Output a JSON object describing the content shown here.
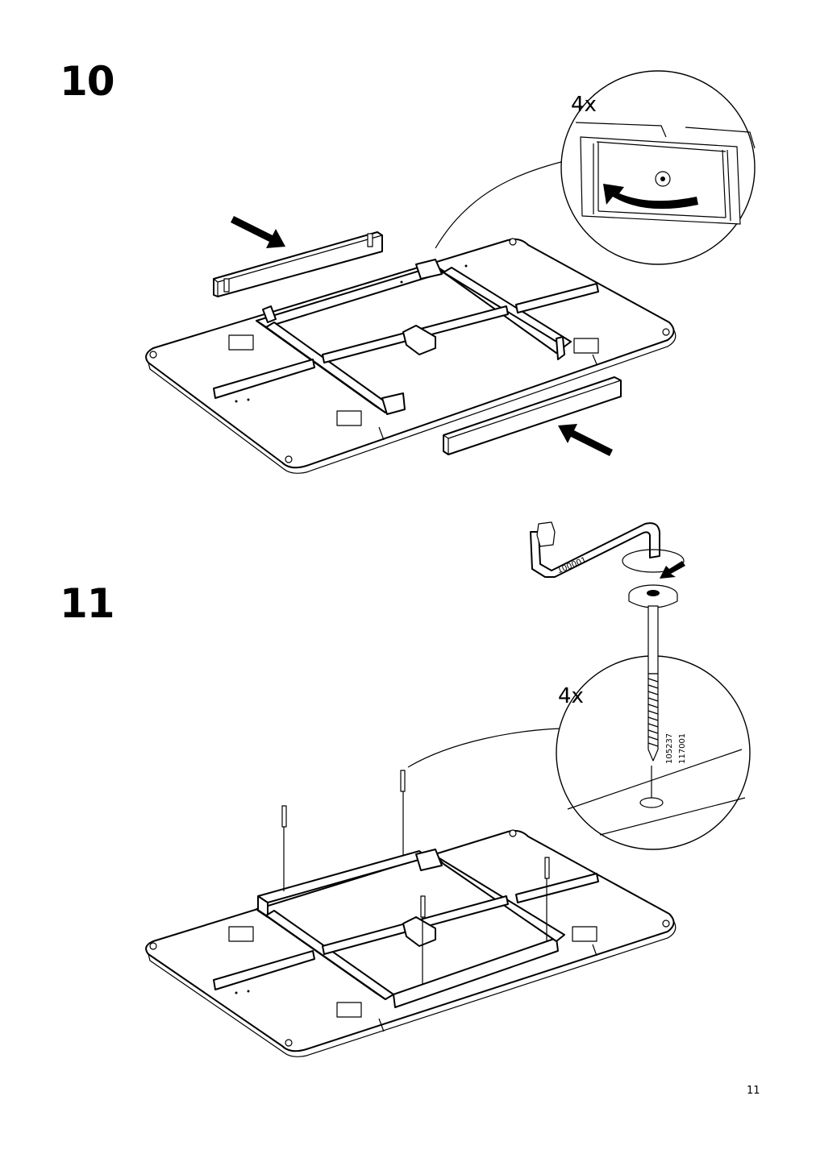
{
  "steps": [
    {
      "number": "10",
      "quantity": "4x"
    },
    {
      "number": "11",
      "quantity": "4x"
    }
  ],
  "part_codes": {
    "allen_key": "100001",
    "bolt_a": "105237",
    "bolt_b": "117001"
  },
  "page_number": "11"
}
